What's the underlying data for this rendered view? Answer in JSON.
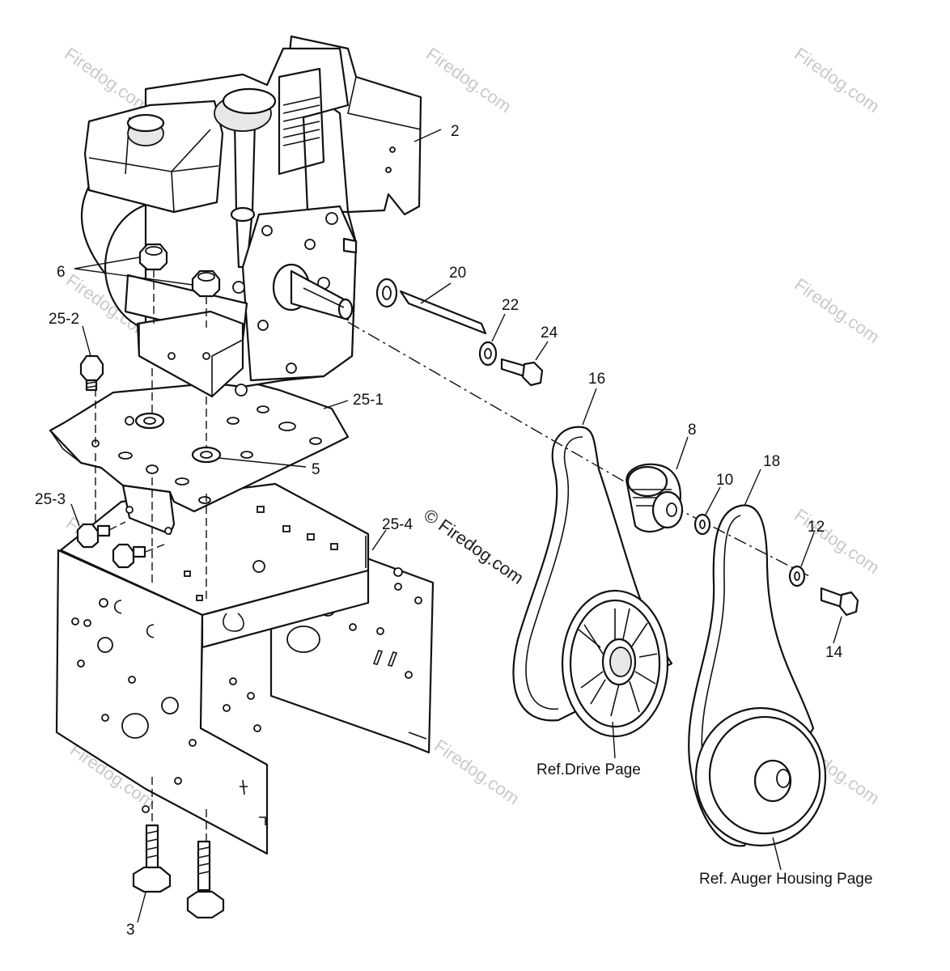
{
  "labels": {
    "engine": "2",
    "hex_nut": "6",
    "cap_screw_small": "25-2",
    "mount_plate": "25-1",
    "lock_washer": "5",
    "frame_screw": "25-3",
    "frame": "25-4",
    "bolts": "3",
    "key": "20",
    "washer_22": "22",
    "bolt_24": "24",
    "drive_belt": "16",
    "pulley_hub": "8",
    "washer_10": "10",
    "auger_belt": "18",
    "washer_12": "12",
    "bolt_14": "14"
  },
  "refs": {
    "drive": "Ref.Drive Page",
    "auger": "Ref. Auger Housing Page"
  },
  "watermark": {
    "text": "Firedog.com",
    "center_text": "© Firedog.com"
  }
}
